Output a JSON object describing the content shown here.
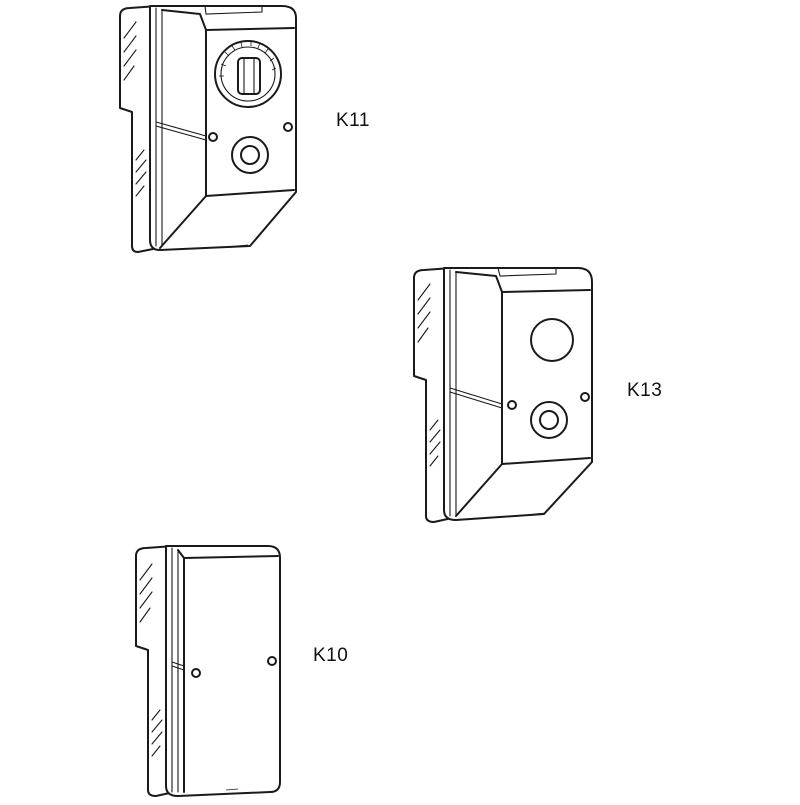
{
  "figure": {
    "boxes": [
      {
        "id": "k11",
        "label": "K11"
      },
      {
        "id": "k13",
        "label": "K13"
      },
      {
        "id": "k10",
        "label": "K10"
      }
    ]
  }
}
